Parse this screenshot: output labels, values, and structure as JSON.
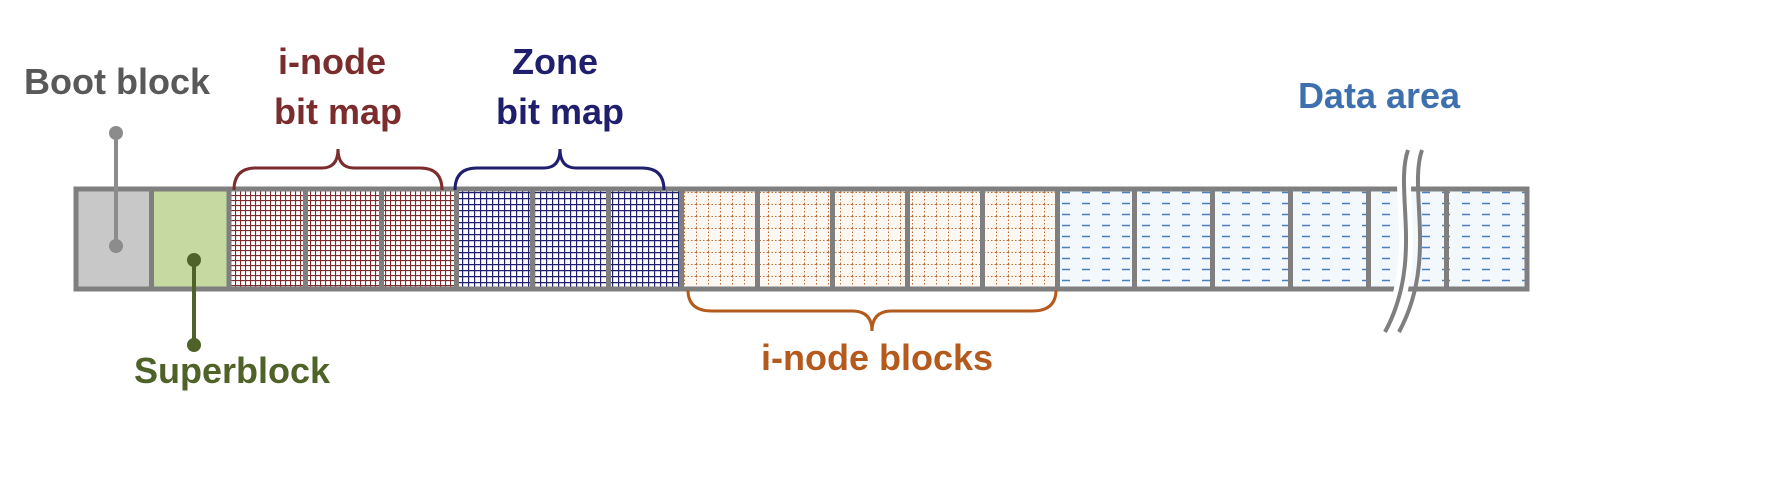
{
  "labels": {
    "boot_block": "Boot block",
    "superblock": "Superblock",
    "inode_bitmap_line1": "i-node",
    "inode_bitmap_line2": "bit map",
    "zone_bitmap_line1": "Zone",
    "zone_bitmap_line2": "bit map",
    "data_area": "Data area",
    "inode_blocks": "i-node blocks"
  },
  "colors": {
    "frame": "#7f7f7f",
    "boot_block": "#c8c8c8",
    "boot_label": "#595959",
    "superblock": "#c5d9a0",
    "superblock_label": "#4f6228",
    "inode_bitmap": "#7b2c2c",
    "zone_bitmap": "#1f1f6e",
    "inode_blocks": "#b55a1d",
    "data_area": "#3e70ad"
  },
  "regions": [
    {
      "name": "Boot block",
      "blocks": 1
    },
    {
      "name": "Superblock",
      "blocks": 1
    },
    {
      "name": "i-node bit map",
      "blocks": 3
    },
    {
      "name": "Zone bit map",
      "blocks": 3
    },
    {
      "name": "i-node blocks",
      "blocks": 5
    },
    {
      "name": "Data area",
      "blocks": 6
    }
  ]
}
